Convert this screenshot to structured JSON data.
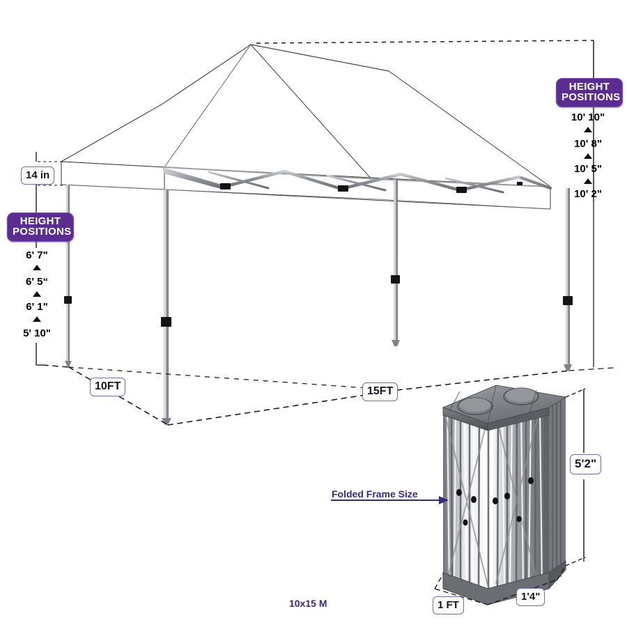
{
  "diagram": {
    "caption": "10x15 M",
    "annotation_folded": "Folded Frame Size"
  },
  "badges": {
    "top_right": {
      "line1": "HEIGHT",
      "line2": "POSITIONS"
    },
    "left": {
      "line1": "HEIGHT",
      "line2": "POSITIONS"
    }
  },
  "peak_scale": {
    "values": [
      "10' 10\"",
      "10' 8\"",
      "10' 5\"",
      "10' 2\""
    ]
  },
  "leg_scale": {
    "values": [
      "6' 7\"",
      "6' 5“",
      "6' 1\"",
      "5' 10\""
    ]
  },
  "callouts": {
    "valance": "14 in",
    "width": "10FT",
    "length": "15FT",
    "folded_height": "5'2\"",
    "folded_width": "1 FT",
    "folded_depth": "1'4\""
  },
  "colors": {
    "badge_purple": "#5B2D90",
    "annotation_purple": "#3b2a7a",
    "callout_border": "#6b6f9c",
    "pole_gray": "#8d9095",
    "frame_dark": "#5a5d61",
    "line": "#3a3a3a"
  }
}
